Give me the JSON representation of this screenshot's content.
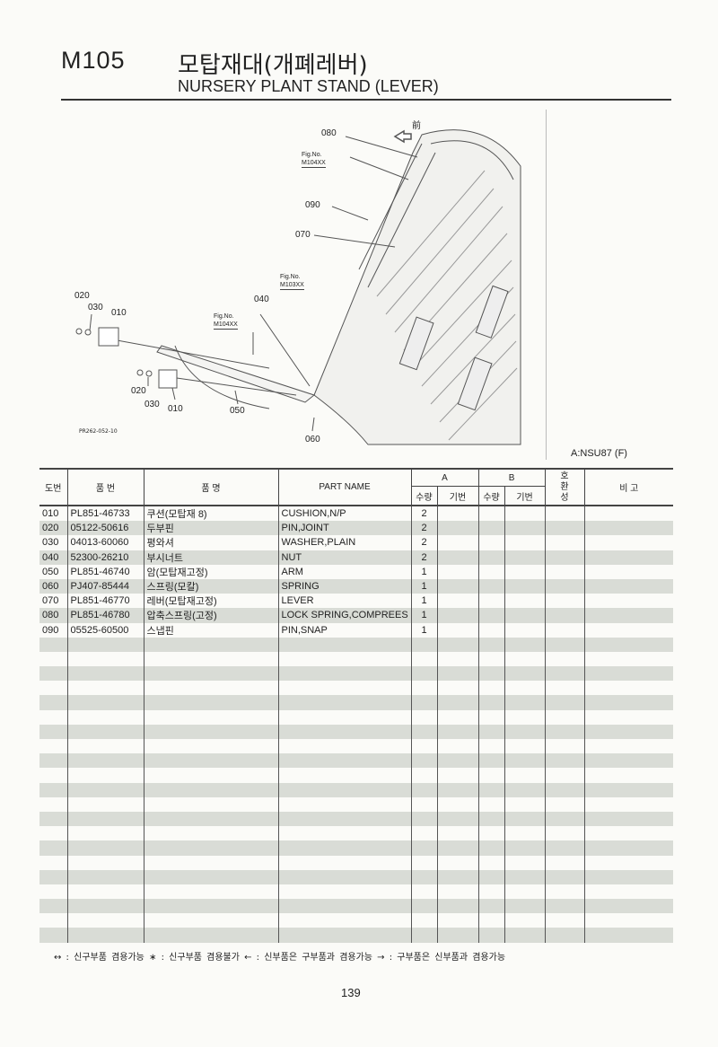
{
  "header": {
    "code": "M105",
    "title_ko": "모탑재대(개폐레버)",
    "title_en": "NURSERY PLANT STAND (LEVER)"
  },
  "diagram": {
    "front_label": "前",
    "callouts": [
      "080",
      "090",
      "070",
      "040",
      "020",
      "030",
      "010",
      "020",
      "030",
      "010",
      "050",
      "060"
    ],
    "fig_refs": [
      "Fig.No.\nM104XX",
      "Fig.No.\nM103XX",
      "Fig.No.\nM104XX"
    ],
    "image_code": "PR262-052-10",
    "model_label": "A:NSU87 (F)"
  },
  "table": {
    "headers": {
      "no": "도번",
      "part_no": "품 번",
      "name_ko": "품 명",
      "part_name": "PART NAME",
      "a": "A",
      "b": "B",
      "qty": "수량",
      "model": "기번",
      "interchange": "호환성",
      "remarks": "비 고"
    },
    "rows": [
      {
        "no": "010",
        "part_no": "PL851-46733",
        "name_ko": "쿠션(모탑재 8)",
        "part_name": "CUSHION,N/P",
        "qty_a": "2"
      },
      {
        "no": "020",
        "part_no": "05122-50616",
        "name_ko": "두부핀",
        "part_name": "PIN,JOINT",
        "qty_a": "2"
      },
      {
        "no": "030",
        "part_no": "04013-60060",
        "name_ko": "평와셔",
        "part_name": "WASHER,PLAIN",
        "qty_a": "2"
      },
      {
        "no": "040",
        "part_no": "52300-26210",
        "name_ko": "부시너트",
        "part_name": "NUT",
        "qty_a": "2"
      },
      {
        "no": "050",
        "part_no": "PL851-46740",
        "name_ko": "암(모탑재고정)",
        "part_name": "ARM",
        "qty_a": "1"
      },
      {
        "no": "060",
        "part_no": "PJ407-85444",
        "name_ko": "스프링(모칼)",
        "part_name": "SPRING",
        "qty_a": "1"
      },
      {
        "no": "070",
        "part_no": "PL851-46770",
        "name_ko": "레버(모탑재고정)",
        "part_name": "LEVER",
        "qty_a": "1"
      },
      {
        "no": "080",
        "part_no": "PL851-46780",
        "name_ko": "압축스프링(고정)",
        "part_name": "LOCK SPRING,COMPREES",
        "qty_a": "1"
      },
      {
        "no": "090",
        "part_no": "05525-60500",
        "name_ko": "스냅핀",
        "part_name": "PIN,SNAP",
        "qty_a": "1"
      }
    ]
  },
  "legend": "↔ : 신구부품 겸용가능    ∗ : 신구부품 겸용불가    ← : 신부품은 구부품과 겸용가능    → : 구부품은 신부품과 겸용가능",
  "page_number": "139"
}
